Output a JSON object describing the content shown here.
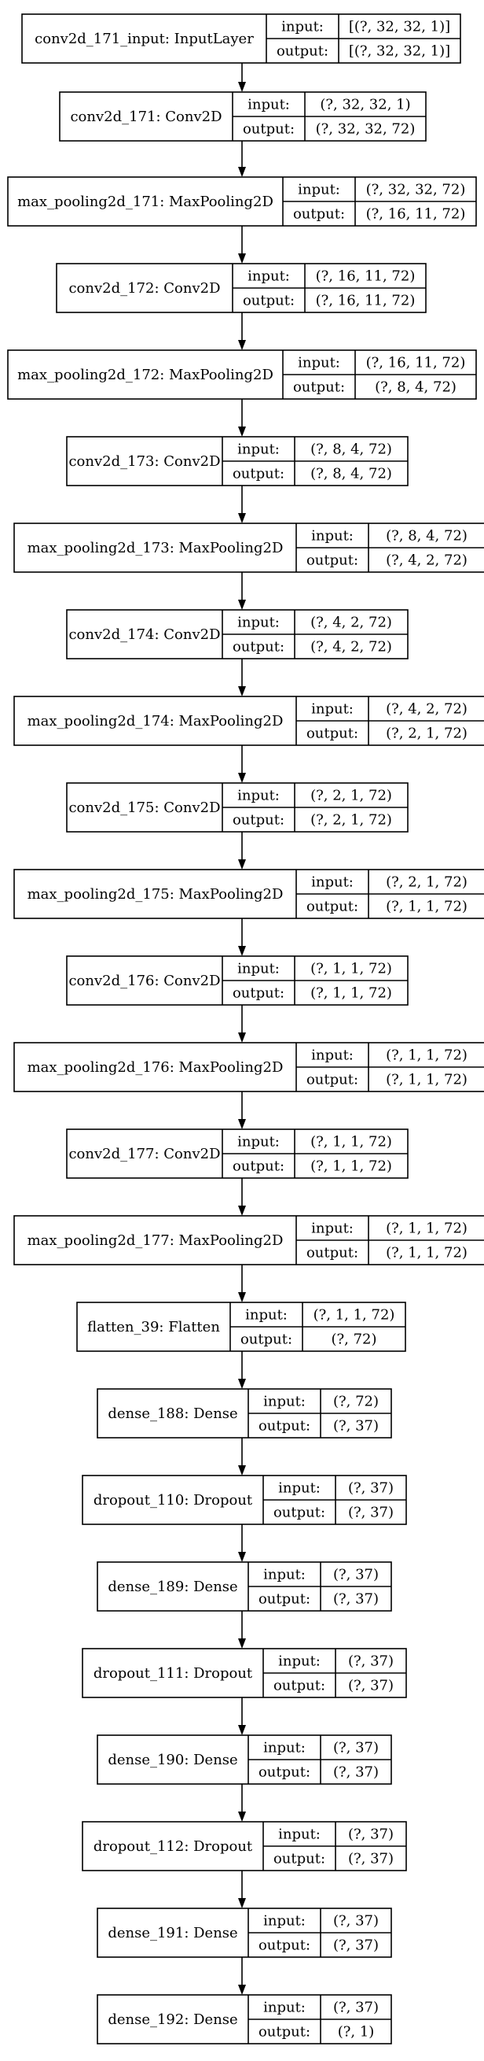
{
  "layers": [
    {
      "name": "conv2d_171_input: InputLayer",
      "input_label": "input:",
      "input": "[(?, 32, 32, 1)]",
      "output_label": "output:",
      "output": "[(?, 32, 32, 1)]"
    },
    {
      "name": "conv2d_171: Conv2D",
      "input_label": "input:",
      "input": "(?, 32, 32, 1)",
      "output_label": "output:",
      "output": "(?, 32, 32, 72)"
    },
    {
      "name": "max_pooling2d_171: MaxPooling2D",
      "input_label": "input:",
      "input": "(?, 32, 32, 72)",
      "output_label": "output:",
      "output": "(?, 16, 11, 72)"
    },
    {
      "name": "conv2d_172: Conv2D",
      "input_label": "input:",
      "input": "(?, 16, 11, 72)",
      "output_label": "output:",
      "output": "(?, 16, 11, 72)"
    },
    {
      "name": "max_pooling2d_172: MaxPooling2D",
      "input_label": "input:",
      "input": "(?, 16, 11, 72)",
      "output_label": "output:",
      "output": "(?, 8, 4, 72)"
    },
    {
      "name": "conv2d_173: Conv2D",
      "input_label": "input:",
      "input": "(?, 8, 4, 72)",
      "output_label": "output:",
      "output": "(?, 8, 4, 72)"
    },
    {
      "name": "max_pooling2d_173: MaxPooling2D",
      "input_label": "input:",
      "input": "(?, 8, 4, 72)",
      "output_label": "output:",
      "output": "(?, 4, 2, 72)"
    },
    {
      "name": "conv2d_174: Conv2D",
      "input_label": "input:",
      "input": "(?, 4, 2, 72)",
      "output_label": "output:",
      "output": "(?, 4, 2, 72)"
    },
    {
      "name": "max_pooling2d_174: MaxPooling2D",
      "input_label": "input:",
      "input": "(?, 4, 2, 72)",
      "output_label": "output:",
      "output": "(?, 2, 1, 72)"
    },
    {
      "name": "conv2d_175: Conv2D",
      "input_label": "input:",
      "input": "(?, 2, 1, 72)",
      "output_label": "output:",
      "output": "(?, 2, 1, 72)"
    },
    {
      "name": "max_pooling2d_175: MaxPooling2D",
      "input_label": "input:",
      "input": "(?, 2, 1, 72)",
      "output_label": "output:",
      "output": "(?, 1, 1, 72)"
    },
    {
      "name": "conv2d_176: Conv2D",
      "input_label": "input:",
      "input": "(?, 1, 1, 72)",
      "output_label": "output:",
      "output": "(?, 1, 1, 72)"
    },
    {
      "name": "max_pooling2d_176: MaxPooling2D",
      "input_label": "input:",
      "input": "(?, 1, 1, 72)",
      "output_label": "output:",
      "output": "(?, 1, 1, 72)"
    },
    {
      "name": "conv2d_177: Conv2D",
      "input_label": "input:",
      "input": "(?, 1, 1, 72)",
      "output_label": "output:",
      "output": "(?, 1, 1, 72)"
    },
    {
      "name": "max_pooling2d_177: MaxPooling2D",
      "input_label": "input:",
      "input": "(?, 1, 1, 72)",
      "output_label": "output:",
      "output": "(?, 1, 1, 72)"
    },
    {
      "name": "flatten_39: Flatten",
      "input_label": "input:",
      "input": "(?, 1, 1, 72)",
      "output_label": "output:",
      "output": "(?, 72)"
    },
    {
      "name": "dense_188: Dense",
      "input_label": "input:",
      "input": "(?, 72)",
      "output_label": "output:",
      "output": "(?, 37)"
    },
    {
      "name": "dropout_110: Dropout",
      "input_label": "input:",
      "input": "(?, 37)",
      "output_label": "output:",
      "output": "(?, 37)"
    },
    {
      "name": "dense_189: Dense",
      "input_label": "input:",
      "input": "(?, 37)",
      "output_label": "output:",
      "output": "(?, 37)"
    },
    {
      "name": "dropout_111: Dropout",
      "input_label": "input:",
      "input": "(?, 37)",
      "output_label": "output:",
      "output": "(?, 37)"
    },
    {
      "name": "dense_190: Dense",
      "input_label": "input:",
      "input": "(?, 37)",
      "output_label": "output:",
      "output": "(?, 37)"
    },
    {
      "name": "dropout_112: Dropout",
      "input_label": "input:",
      "input": "(?, 37)",
      "output_label": "output:",
      "output": "(?, 37)"
    },
    {
      "name": "dense_191: Dense",
      "input_label": "input:",
      "input": "(?, 37)",
      "output_label": "output:",
      "output": "(?, 37)"
    },
    {
      "name": "dense_192: Dense",
      "input_label": "input:",
      "input": "(?, 37)",
      "output_label": "output:",
      "output": "(?, 1)"
    }
  ]
}
